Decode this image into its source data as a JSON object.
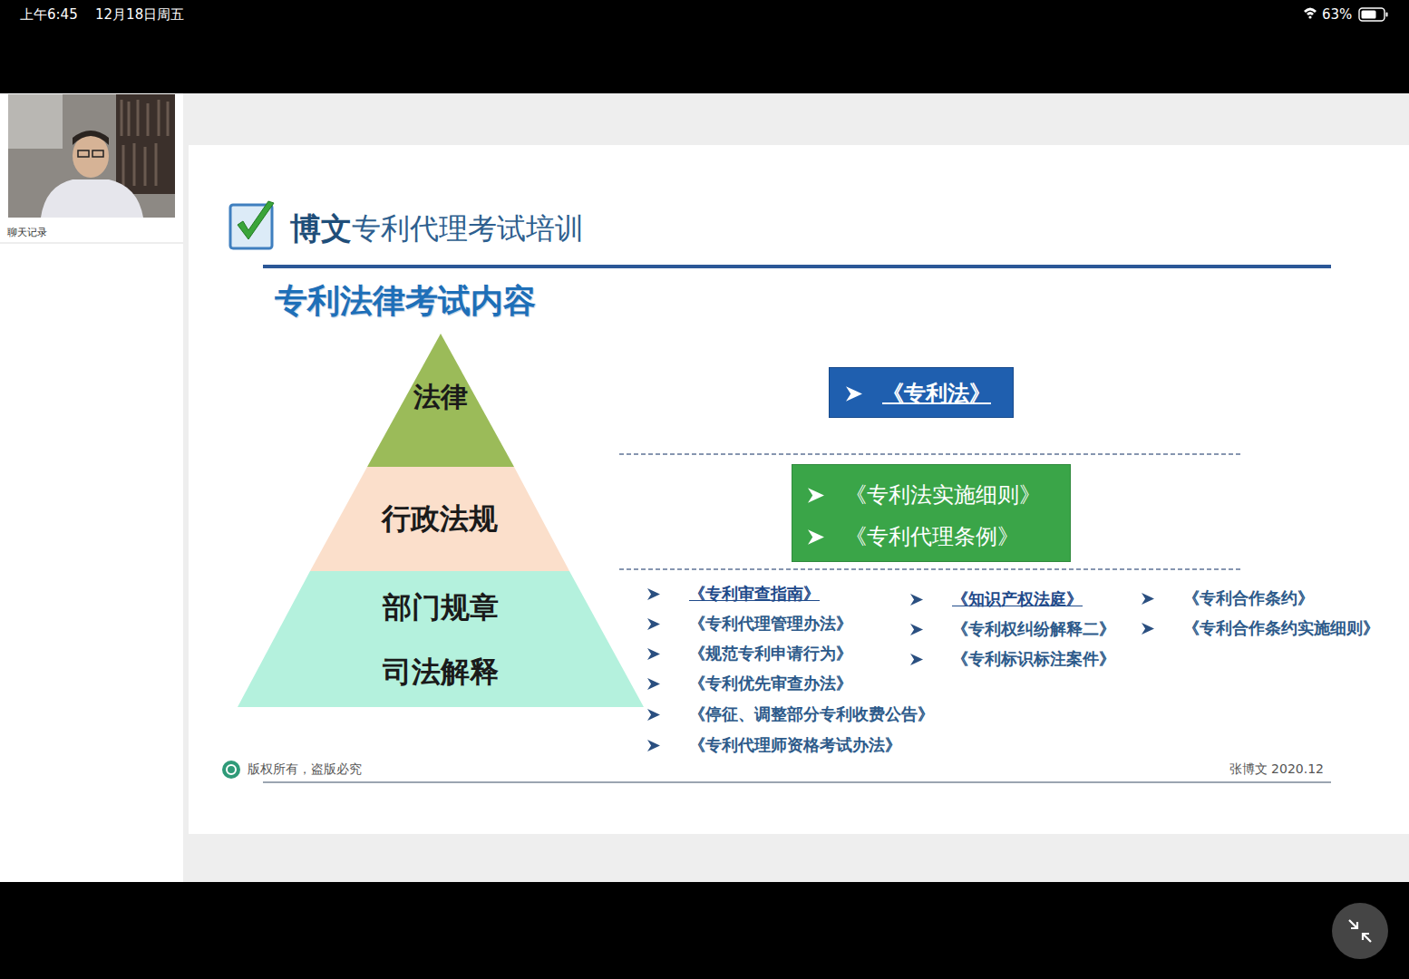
{
  "diagram": {
    "title": "专利法律考试内容",
    "nodes": [
      {
        "text": [
          "法律"
        ]
      },
      {
        "text": [
          "行政法规"
        ]
      },
      {
        "text": [
          "部门规章",
          "司法解释"
        ]
      },
      {
        "text": [
          "《专利法》"
        ]
      },
      {
        "text": [
          "《专利法实施细则》",
          "《专利代理条例》"
        ]
      }
    ],
    "labels": [
      "上午6:45",
      "12月18日周五",
      "63%",
      "聊天记录",
      "博文",
      "专利代理考试培训",
      "《专利审查指南》",
      "《专利代理管理办法》",
      "《规范专利申请行为》",
      "《专利优先审查办法》",
      "《停征、调整部分专利收费公告》",
      "《专利代理师资格考试办法》",
      "《知识产权法庭》",
      "《专利权纠纷解释二》",
      "《专利标识标注案件》",
      "《专利合作条约》",
      "《专利合作条约实施细则》",
      "版权所有，盗版必究",
      "张博文 2020.12"
    ]
  }
}
